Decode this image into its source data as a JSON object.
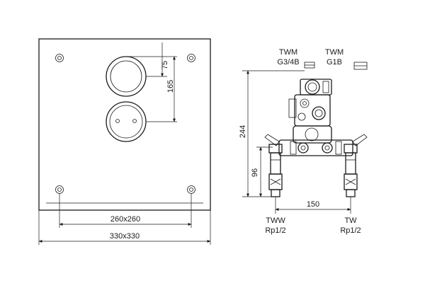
{
  "front_view": {
    "dim_75": "75",
    "dim_165": "165",
    "dim_260": "260x260",
    "dim_330": "330x330"
  },
  "side_view": {
    "dim_244": "244",
    "dim_96": "96",
    "dim_150": "150",
    "label_twm_g34b_line1": "TWM",
    "label_twm_g34b_line2": "G3/4B",
    "label_twm_g1b_line1": "TWM",
    "label_twm_g1b_line2": "G1B",
    "label_tww_line1": "TWW",
    "label_tww_line2": "Rp1/2",
    "label_tw_line1": "TW",
    "label_tw_line2": "Rp1/2"
  }
}
